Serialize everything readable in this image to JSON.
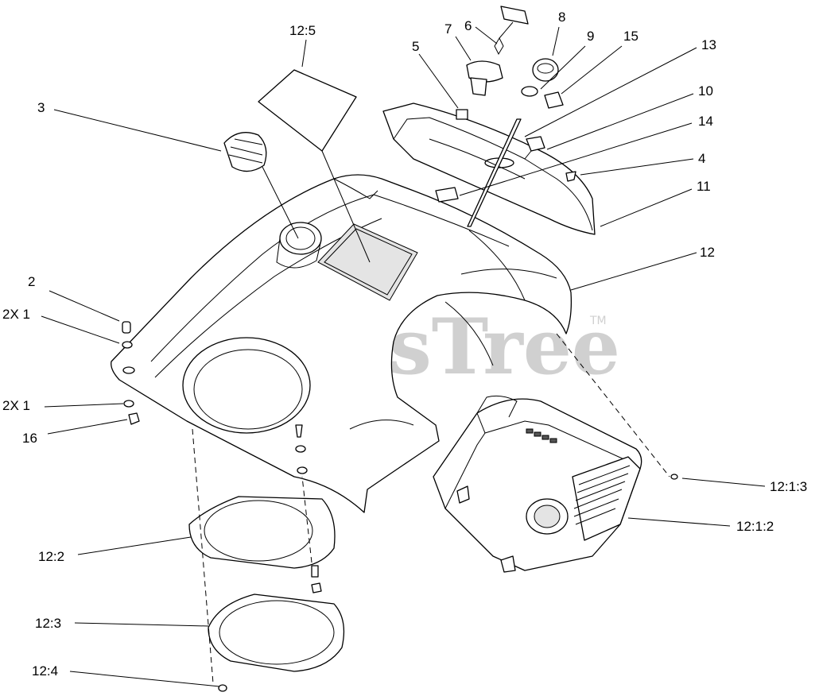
{
  "watermark": {
    "text": "PartsTree",
    "trademark": "TM"
  },
  "labels": {
    "p12_5": "12:5",
    "p6": "6",
    "p7": "7",
    "p8": "8",
    "p9": "9",
    "p15": "15",
    "p5": "5",
    "p13": "13",
    "p3": "3",
    "p10": "10",
    "p14": "14",
    "p4": "4",
    "p11": "11",
    "p12": "12",
    "p2": "2",
    "p2x1_top": "2X 1",
    "p2x1_bottom": "2X 1",
    "p16": "16",
    "p12_1_3": "12:1:3",
    "p12_1_2": "12:1:2",
    "p12_2": "12:2",
    "p12_3": "12:3",
    "p12_4": "12:4"
  }
}
